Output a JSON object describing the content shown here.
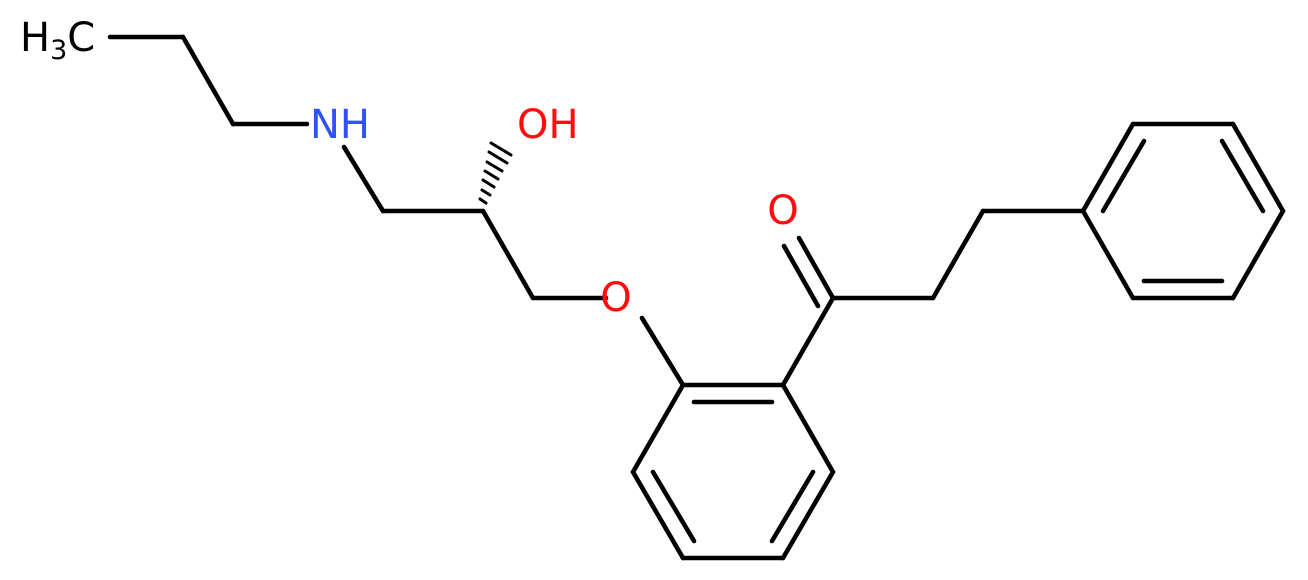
{
  "molecule": {
    "atoms": {
      "methyl": "H3C",
      "amine": "NH",
      "hydroxyl": "OH",
      "ether_oxygen": "O",
      "carbonyl_oxygen": "O"
    },
    "colors": {
      "bond": "#000000",
      "carbon_label": "#000000",
      "nitrogen": "#3050F8",
      "oxygen": "#FF0D0D"
    }
  }
}
